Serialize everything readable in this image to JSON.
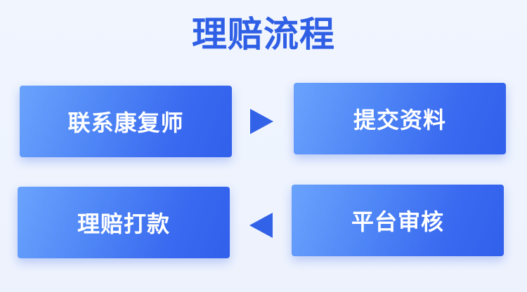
{
  "title": "理赔流程",
  "steps": [
    {
      "label": "联系康复师"
    },
    {
      "label": "提交资料"
    },
    {
      "label": "平台审核"
    },
    {
      "label": "理赔打款"
    }
  ],
  "colors": {
    "accent": "#2f5fe5",
    "card_gradient_start": "#6aa3fd",
    "card_gradient_end": "#3160ec",
    "arrow": "#3262e8",
    "background": "#eef3fd"
  },
  "icons": {
    "flow_arrow_right": "triangle-right-icon",
    "flow_arrow_left": "triangle-left-icon"
  }
}
